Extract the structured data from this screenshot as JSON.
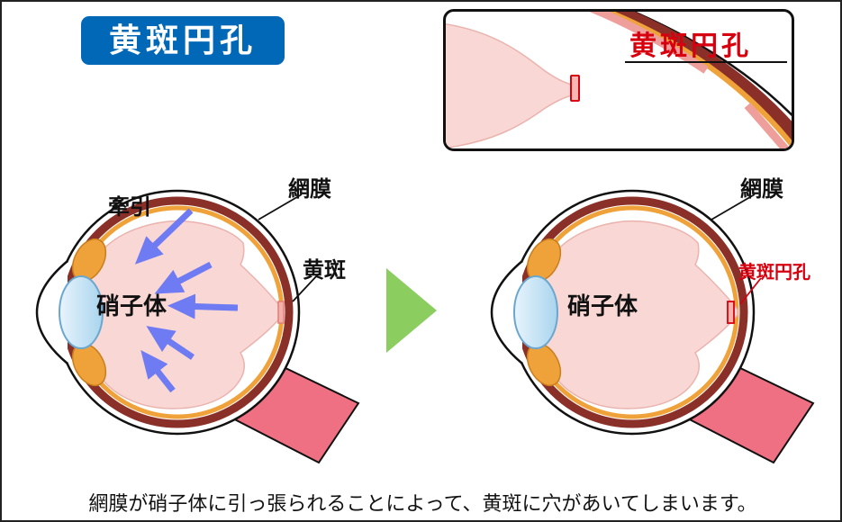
{
  "title": {
    "label": "黄斑円孔"
  },
  "inset": {
    "heading": "黄斑円孔"
  },
  "left_diagram": {
    "traction": "牽引",
    "vitreous": "硝子体",
    "retina": "網膜",
    "macula": "黄斑"
  },
  "right_diagram": {
    "vitreous": "硝子体",
    "retina": "網膜",
    "macular_hole": "黄斑円孔"
  },
  "caption": {
    "text": "網膜が硝子体に引っ張られることによって、黄斑に穴があいてしまいます。"
  },
  "colors": {
    "title_bg": "#0068b7",
    "highlight_red": "#d7000f",
    "vitreous_pink": "#f9d7d4",
    "choroid_maroon": "#8b3028",
    "retina_orange": "#f0a23a",
    "nerve_pink": "#ef7082",
    "arrow_blue": "#6e7bf2",
    "arrow_green": "#8bcd5e",
    "lens_blue": "#a9d4ee"
  }
}
